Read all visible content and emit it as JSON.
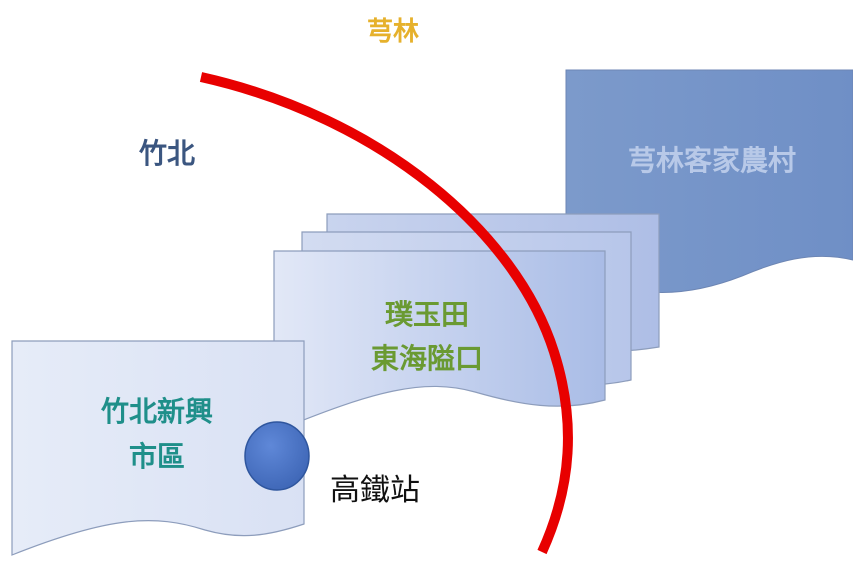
{
  "labels": {
    "top_title": "芎林",
    "left_region": "竹北",
    "hakka_village": "芎林客家農村",
    "puyutian_line1": "璞玉田",
    "puyutian_line2": "東海隘口",
    "zhubei_new_line1": "竹北新興",
    "zhubei_new_line2": "市區",
    "hsr_station": "高鐵站"
  },
  "colors": {
    "top_title": "#e6b12c",
    "left_region": "#3b5680",
    "hakka_village_text": "#b8c9e8",
    "puyutian_text": "#6a9a32",
    "zhubei_new_text": "#1f8f8a",
    "hsr_text": "#111111",
    "red_arc": "#e80000",
    "station_dot": "#4a73c6",
    "card_stroke": "#7f8fae"
  }
}
